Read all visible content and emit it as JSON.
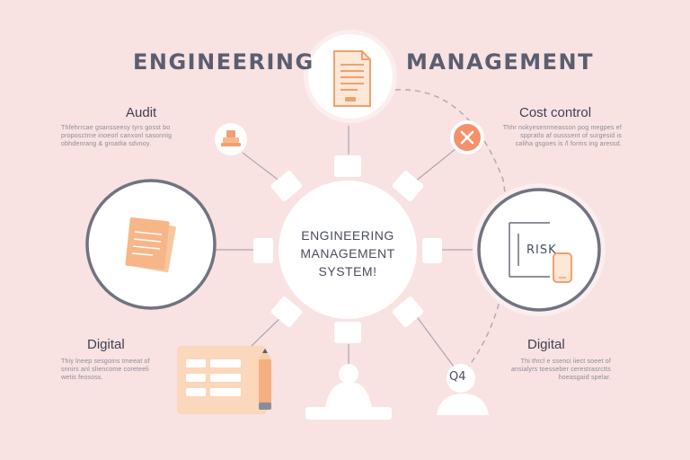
{
  "title": {
    "left": "ENGINEERING",
    "right": "MANAGEMENT"
  },
  "hub": {
    "line1": "ENGINEERING",
    "line2": "MANAGEMENT",
    "line3": "SYSTEM!"
  },
  "sections": {
    "audit": {
      "heading": "Audit",
      "desc": [
        "Thfehrrcae gsansseesy tyrs gosst bo",
        "proposctrne inoeorl canxonl sasonnig",
        "obhdenrang & groatlia sdvnoy."
      ]
    },
    "cost_control": {
      "heading": "Cost control",
      "desc": [
        "Thhr nokyesenrmeasson pog megpes ef",
        "sppratlo af ousssent of surgesid is",
        "caliha gsgoes is /l forms ing aressd."
      ]
    },
    "digital_left": {
      "heading": "Digital",
      "desc": [
        "Thiy lneep sesgoins tmeeat of",
        "snnirs anl sliencome coreteeli",
        "wetis feososs."
      ]
    },
    "digital_right": {
      "heading": "Digital",
      "desc": [
        "Thi thrcl e ssenci iiect soeet of",
        "ansialyrs toesseber cerestrasrctts",
        "hoeasgaid spelar."
      ]
    }
  },
  "labels": {
    "risk": "RISK",
    "quarter": "Q4"
  },
  "icons": {
    "document": "document-icon",
    "close": "close-icon",
    "stamp": "stamp-icon",
    "papers": "papers-icon",
    "risk": "risk-phone-icon",
    "grid": "spreadsheet-icon",
    "pencil": "pencil-icon",
    "stand": "stand-icon"
  },
  "colors": {
    "background": "#f8e2e2",
    "accent": "#f0a070",
    "ring": "#6a6d7a",
    "text": "#4a4d5e"
  }
}
